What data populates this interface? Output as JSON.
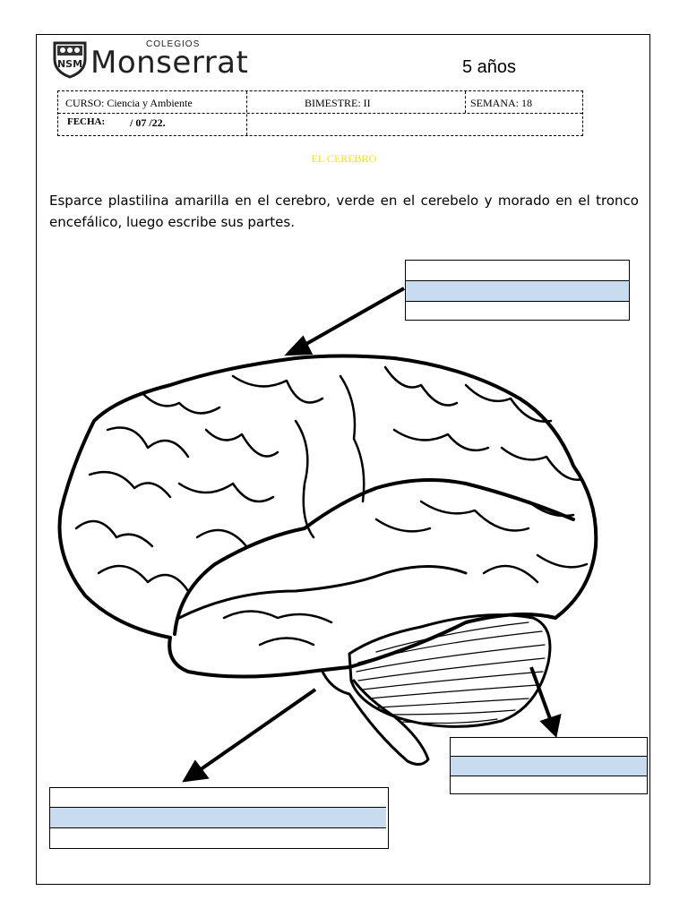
{
  "header": {
    "school_small": "COLEGIOS",
    "school_name": "Monserrat",
    "logo_letters": "NSM",
    "age": "5 años"
  },
  "info_table": {
    "curso": "CURSO: Ciencia y Ambiente",
    "bimestre": "BIMESTRE: II",
    "semana": "SEMANA: 18",
    "fecha_label": "FECHA:",
    "fecha_value": "/ 07 /22."
  },
  "topic": "EL CEREBRO",
  "instructions": "Esparce plastilina amarilla en el cerebro, verde en el cerebelo y morado en el tronco encefálico, luego escribe sus partes.",
  "colors": {
    "stripe": "#c9dcef",
    "topic": "#f5e400"
  }
}
